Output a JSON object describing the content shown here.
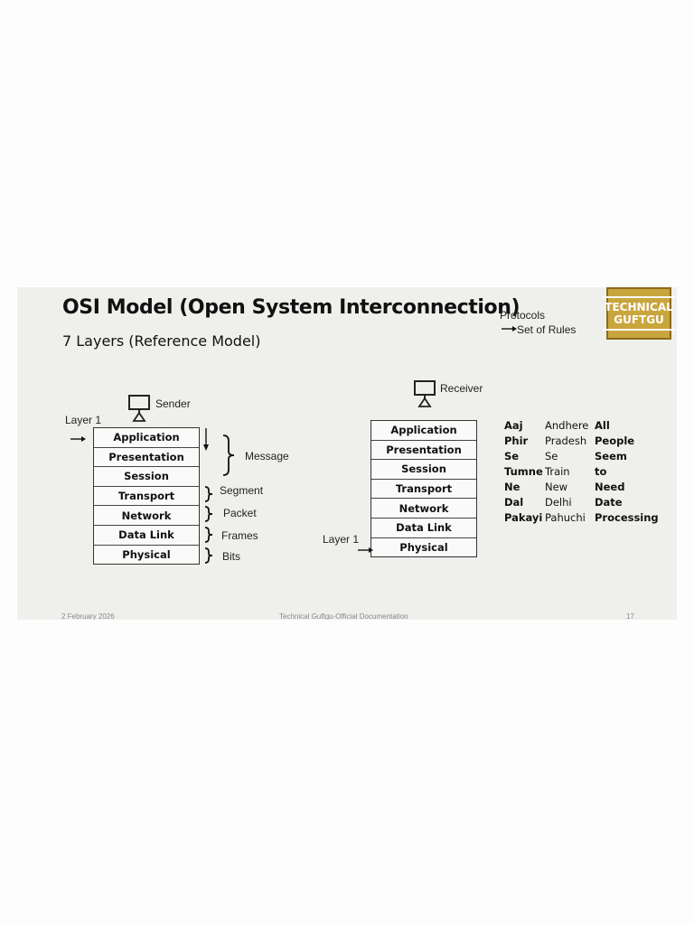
{
  "slide": {
    "title": "OSI Model (Open System Interconnection)",
    "subtitle": "7 Layers (Reference Model)",
    "protocols_label": "Protocols",
    "protocols_desc": "Set of Rules",
    "logo_line1": "TECHNICAL",
    "logo_line2": "GUFTGU"
  },
  "sender": {
    "label": "Sender",
    "layer_label": "Layer 1",
    "layers": [
      "Application",
      "Presentation",
      "Session",
      "Transport",
      "Network",
      "Data Link",
      "Physical"
    ],
    "pdus": {
      "message": "Message",
      "segment": "Segment",
      "packet": "Packet",
      "frames": "Frames",
      "bits": "Bits"
    }
  },
  "receiver": {
    "label": "Receiver",
    "layer_label": "Layer 1",
    "layers": [
      "Application",
      "Presentation",
      "Session",
      "Transport",
      "Network",
      "Data Link",
      "Physical"
    ]
  },
  "mnemonic": [
    [
      "Aaj",
      "Andhere",
      "All"
    ],
    [
      "Phir",
      "Pradesh",
      "People"
    ],
    [
      "Se",
      "Se",
      "Seem"
    ],
    [
      "Tumne",
      "Train",
      "to"
    ],
    [
      "Ne",
      "New",
      "Need"
    ],
    [
      "Dal",
      "Delhi",
      "Date"
    ],
    [
      "Pakayi",
      "Pahuchi",
      "Processing"
    ]
  ],
  "footer": {
    "date": "2 February 2026",
    "center": "Technical Guftgu-Official Documentation",
    "page": "17"
  }
}
